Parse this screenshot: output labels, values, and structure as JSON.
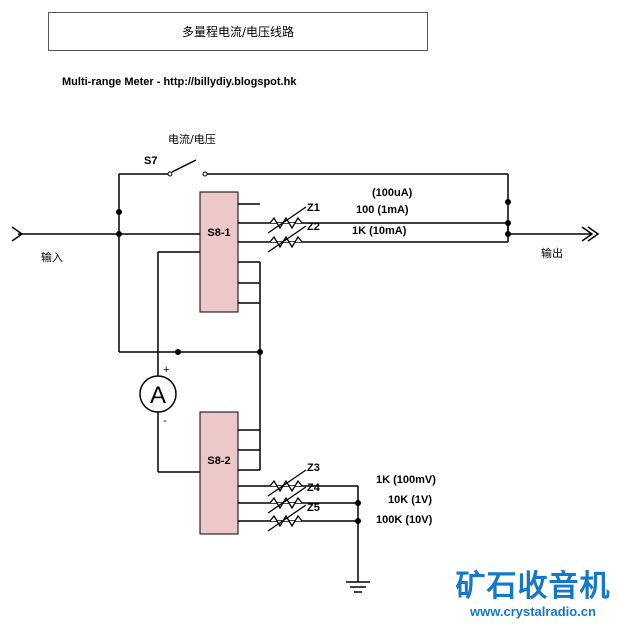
{
  "title": "多量程电流/电压线路",
  "subtitle": "Multi-range Meter - http://billydiy.blogspot.hk",
  "labels": {
    "switch_mode": "电流/电压",
    "switch_s7": "S7",
    "input": "输入",
    "output": "输出",
    "s8_1": "S8-1",
    "s8_2": "S8-2",
    "meter": "A",
    "plus": "+",
    "minus": "-",
    "z1": "Z1",
    "z2": "Z2",
    "z3": "Z3",
    "z4": "Z4",
    "z5": "Z5",
    "range_100ua": "(100uA)",
    "range_1ma": "100 (1mA)",
    "range_10ma": "1K (10mA)",
    "range_100mv": "1K (100mV)",
    "range_1v": "10K (1V)",
    "range_10v": "100K (10V)"
  },
  "watermark": {
    "brand": "矿石收音机",
    "url": "www.crystalradio.cn"
  },
  "colors": {
    "switch_fill": "#ecc8c8",
    "line": "#000000",
    "watermark": "#1478c8"
  }
}
